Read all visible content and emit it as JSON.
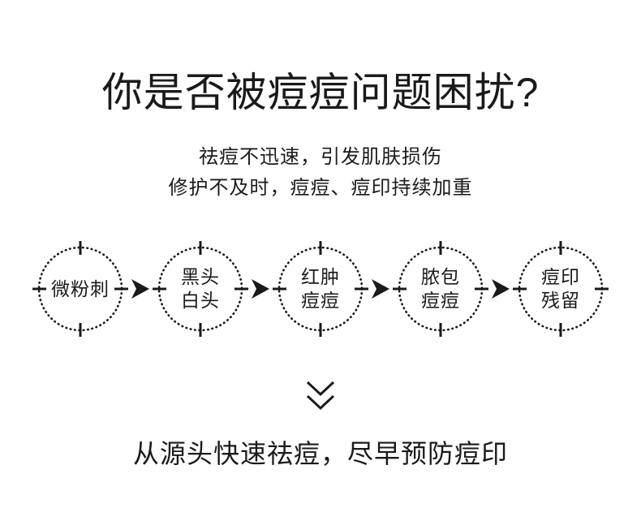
{
  "colors": {
    "ink": "#1a1a1a",
    "background": "#ffffff"
  },
  "header": {
    "title": "你是否被痘痘问题困扰?",
    "subtitle_line1": "祛痘不迅速，引发肌肤损伤",
    "subtitle_line2": "修护不及时，痘痘、痘印持续加重"
  },
  "stages": [
    {
      "label": "微粉刺"
    },
    {
      "label": "黑头\n白头"
    },
    {
      "label": "红肿\n痘痘"
    },
    {
      "label": "脓包\n痘痘"
    },
    {
      "label": "痘印\n残留"
    }
  ],
  "icons": {
    "stage_marker": "dotted-crosshair-circle",
    "flow_arrow": "right-triangle-arrow",
    "more_indicator": "double-chevron-down"
  },
  "footer": {
    "tagline": "从源头快速祛痘，尽早预防痘印"
  }
}
